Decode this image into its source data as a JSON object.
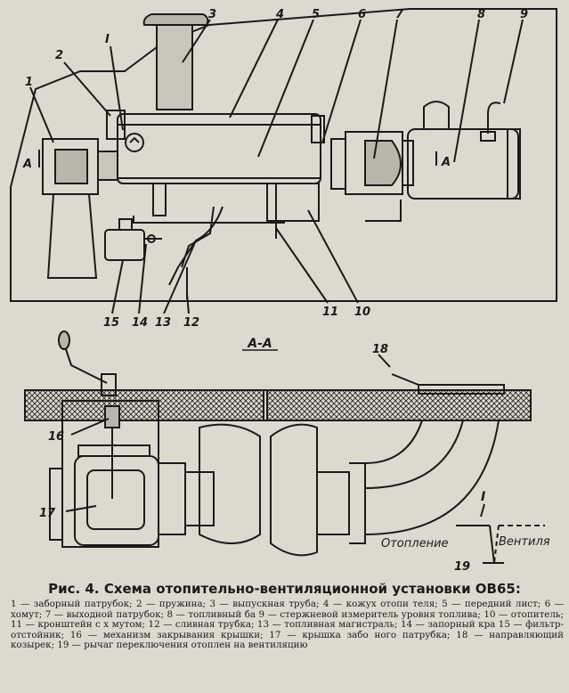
{
  "callouts_top": [
    "1",
    "2",
    "3",
    "4",
    "5",
    "6",
    "7",
    "8",
    "9",
    "I"
  ],
  "callouts_bottom": [
    "15",
    "14",
    "13",
    "12",
    "11",
    "10"
  ],
  "section_marker_left": "А",
  "section_marker_right": "А",
  "section_title": "А-А",
  "callouts_section": [
    "18",
    "16",
    "17"
  ],
  "inset": {
    "title": "I",
    "left_label": "Отопление",
    "right_label": "Вентиля",
    "lever_number": "19"
  },
  "caption": {
    "prefix": "Рис. 4.",
    "title": "Схема отопительно-вентиляционной установки ОВ65:",
    "legend": "1 — заборный патрубок; 2 — пружина; 3 — выпускная труба; 4 — кожух отопи теля; 5 — передний лист; 6 — хомут; 7 — выходной патрубок; 8 — топливный ба 9 — стержневой измеритель уровня топлива; 10 — отопитель; 11 — кронштейн с х мутом; 12 — сливная трубка; 13 — топливная магистраль; 14 — запорный кра 15 — фильтр-отстойник; 16 — механизм закрывания крышки; 17 — крышка забо ного патрубка; 18 — направляющий козырек; 19 — рычаг переключения отоплен на вентиляцию"
  }
}
